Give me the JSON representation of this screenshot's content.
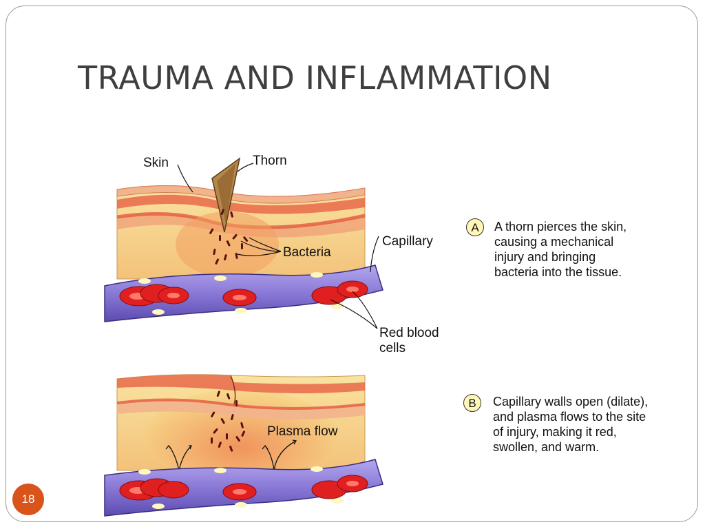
{
  "slide": {
    "title": "TRAUMA AND INFLAMMATION",
    "page_number": "18"
  },
  "panel_a": {
    "labels": {
      "skin": "Skin",
      "thorn": "Thorn",
      "bacteria": "Bacteria",
      "capillary": "Capillary",
      "red_blood_line1": "Red blood",
      "red_blood_line2": "cells"
    },
    "badge": "A",
    "caption_lines": [
      "A thorn pierces the skin,",
      "causing a mechanical",
      "injury and bringing",
      "bacteria into the tissue."
    ]
  },
  "panel_b": {
    "labels": {
      "plasma_flow": "Plasma flow"
    },
    "badge": "B",
    "caption_lines": [
      "Capillary walls open (dilate),",
      "and plasma flows to the site",
      "of injury, making it red,",
      "swollen, and warm."
    ]
  },
  "colors": {
    "accent": "#d9541b",
    "title": "#3f3f3f",
    "tissue": "#f7d98a",
    "skin_layer": "#e8785a",
    "capillary": "#8a78d6",
    "rbc": "#e02020",
    "bacteria": "#5a1010",
    "badge_fill": "#fff7b8"
  }
}
